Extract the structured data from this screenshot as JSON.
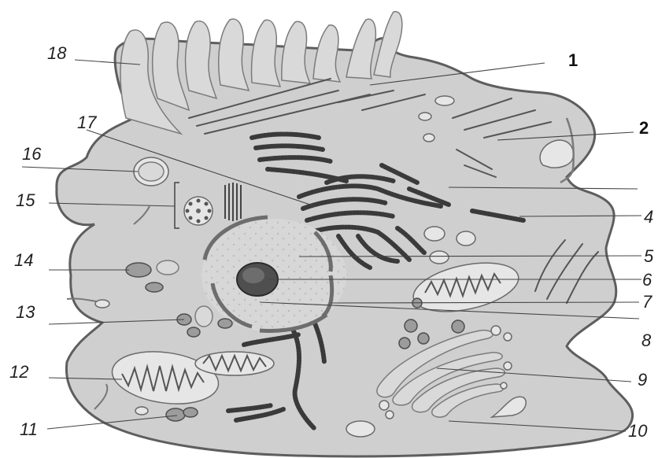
{
  "diagram": {
    "labels": [
      {
        "id": "label-1",
        "text": "1"
      },
      {
        "id": "label-2",
        "text": "2"
      },
      {
        "id": "label-4",
        "text": "4"
      },
      {
        "id": "label-5",
        "text": "5"
      },
      {
        "id": "label-6",
        "text": "6"
      },
      {
        "id": "label-7",
        "text": "7"
      },
      {
        "id": "label-8",
        "text": "8"
      },
      {
        "id": "label-9",
        "text": "9"
      },
      {
        "id": "label-10",
        "text": "10"
      },
      {
        "id": "label-11",
        "text": "11"
      },
      {
        "id": "label-12",
        "text": "12"
      },
      {
        "id": "label-13",
        "text": "13"
      },
      {
        "id": "label-14",
        "text": "14"
      },
      {
        "id": "label-15",
        "text": "15"
      },
      {
        "id": "label-16",
        "text": "16"
      },
      {
        "id": "label-17",
        "text": "17"
      },
      {
        "id": "label-18",
        "text": "18"
      }
    ]
  }
}
